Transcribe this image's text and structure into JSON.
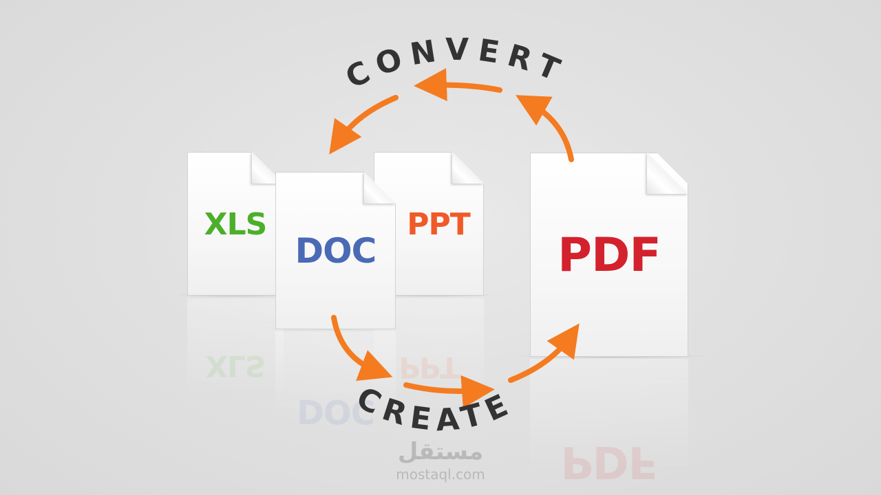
{
  "documents": {
    "xls": {
      "label": "XLS",
      "color": "#4caf2a"
    },
    "doc": {
      "label": "DOC",
      "color": "#4a6ab5"
    },
    "ppt": {
      "label": "PPT",
      "color": "#f05a28"
    },
    "pdf": {
      "label": "PDF",
      "color": "#d3222e"
    }
  },
  "cycle": {
    "top_word": "CONVERT",
    "bottom_word": "CREATE",
    "arrow_color": "#f47b20",
    "text_color": "#333333"
  },
  "watermark": {
    "arabic": "مستقل",
    "latin": "mostaql.com"
  }
}
